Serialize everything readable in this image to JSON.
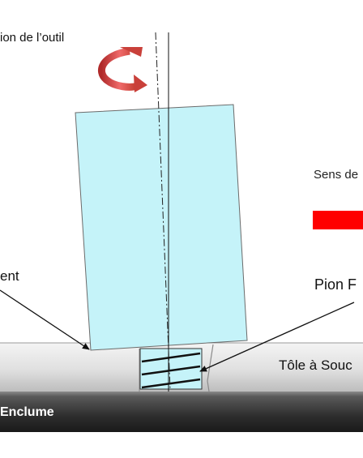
{
  "labels": {
    "rotation": "ion de l’outil",
    "sens": "Sens de",
    "entree": "ent",
    "pion": "Pion F",
    "tole": "Tôle à Souc",
    "enclume": "Enclume"
  },
  "colors": {
    "tool_fill": "#c5f3f9",
    "direction_bar": "#ff0000",
    "rotation_arrow": "#d9534f",
    "anvil": "#2e2e2e"
  },
  "icons": [
    "rotation-arrow-icon",
    "direction-bar"
  ]
}
